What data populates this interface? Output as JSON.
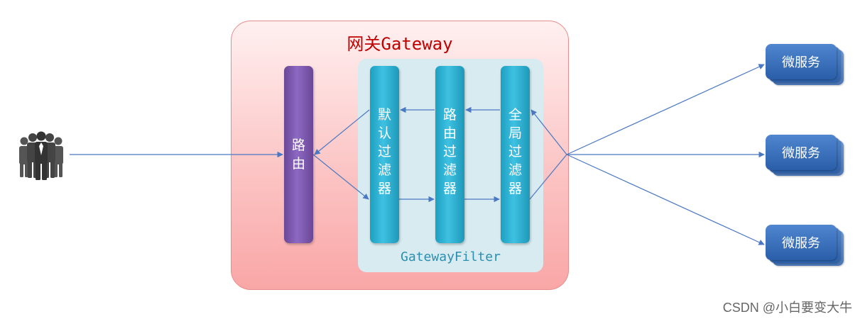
{
  "gateway": {
    "title": "网关Gateway"
  },
  "route": {
    "label": "路由"
  },
  "filters": {
    "panel_label": "GatewayFilter",
    "items": [
      {
        "label": "默认过滤器"
      },
      {
        "label": "路由过滤器"
      },
      {
        "label": "全局过滤器"
      }
    ]
  },
  "microservices": [
    {
      "label": "微服务"
    },
    {
      "label": "微服务"
    },
    {
      "label": "微服务"
    }
  ],
  "users_icon": "users-icon",
  "watermark": "CSDN @小白要变大牛",
  "colors": {
    "gateway_title": "#c00000",
    "route_bar": "#7b58ae",
    "filter_bar": "#2cb3d6",
    "panel_label": "#2a8fb0",
    "arrow": "#4a78c2",
    "microservice": "#2f66b3"
  }
}
